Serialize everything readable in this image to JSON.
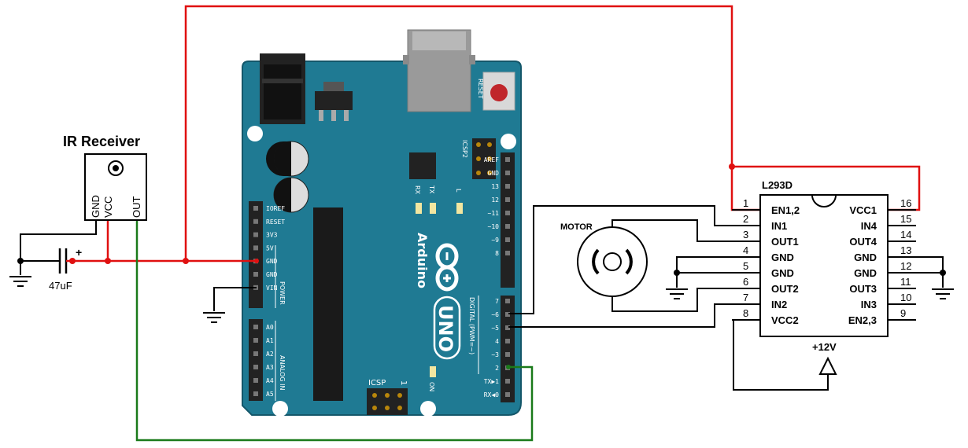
{
  "ir_receiver": {
    "title": "IR Receiver",
    "pins": [
      "GND",
      "VCC",
      "OUT"
    ]
  },
  "capacitor": {
    "value": "47uF",
    "polarity": "+"
  },
  "motor": {
    "label": "MOTOR"
  },
  "supply": {
    "label": "+12V"
  },
  "ic": {
    "name": "L293D",
    "left_pins": [
      {
        "num": "1",
        "name": "EN1,2"
      },
      {
        "num": "2",
        "name": "IN1"
      },
      {
        "num": "3",
        "name": "OUT1"
      },
      {
        "num": "4",
        "name": "GND"
      },
      {
        "num": "5",
        "name": "GND"
      },
      {
        "num": "6",
        "name": "OUT2"
      },
      {
        "num": "7",
        "name": "IN2"
      },
      {
        "num": "8",
        "name": "VCC2"
      }
    ],
    "right_pins": [
      {
        "num": "16",
        "name": "VCC1"
      },
      {
        "num": "15",
        "name": "IN4"
      },
      {
        "num": "14",
        "name": "OUT4"
      },
      {
        "num": "13",
        "name": "GND"
      },
      {
        "num": "12",
        "name": "GND"
      },
      {
        "num": "11",
        "name": "OUT3"
      },
      {
        "num": "10",
        "name": "IN3"
      },
      {
        "num": "9",
        "name": "EN2,3"
      }
    ]
  },
  "arduino": {
    "brand": "Arduino",
    "model": "UNO",
    "reset": "RESET",
    "icsp2": "ICSP2",
    "icsp": "ICSP",
    "icsp_num": "1",
    "on": "ON",
    "tx": "TX",
    "rx": "RX",
    "l": "L",
    "power_header": [
      "IOREF",
      "RESET",
      "3V3",
      "5V",
      "GND",
      "GND",
      "VIN"
    ],
    "power_label": "POWER",
    "analog_header": [
      "A0",
      "A1",
      "A2",
      "A3",
      "A4",
      "A5"
    ],
    "analog_label": "ANALOG IN",
    "digital_top": [
      "AREF",
      "GND",
      "13",
      "12",
      "~11",
      "~10",
      "~9",
      "8"
    ],
    "digital_bottom": [
      "7",
      "~6",
      "~5",
      "4",
      "~3",
      "2",
      "TX▶1",
      "RX◀0"
    ],
    "digital_label": "DIGITAL (PWM=~)"
  },
  "colors": {
    "board": "#1f7a93",
    "vcc_wire": "#e01010",
    "signal_wire": "#1a7a1a",
    "wire": "#000000"
  }
}
